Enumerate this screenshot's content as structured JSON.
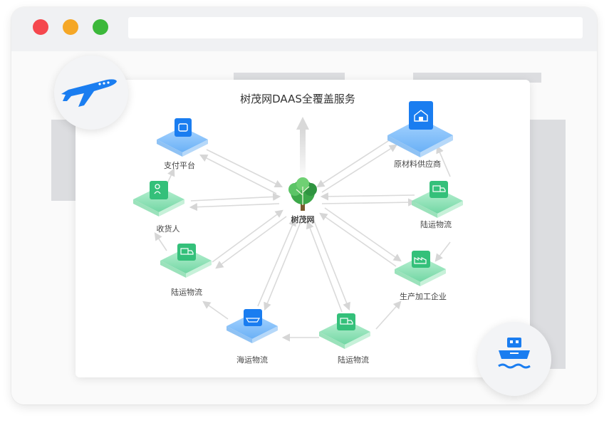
{
  "window": {
    "title_dots": [
      "close",
      "minimize",
      "maximize"
    ],
    "colors": {
      "close": "#f5474d",
      "minimize": "#f5a726",
      "maximize": "#3cb83a"
    }
  },
  "diagram": {
    "title": "树茂网DAAS全覆盖服务",
    "center": {
      "label": "树茂网",
      "icon": "tree-logo-icon"
    },
    "nodes": [
      {
        "id": "payment",
        "label": "支付平台",
        "icon": "wallet-icon",
        "color": "blue"
      },
      {
        "id": "consignee",
        "label": "收货人",
        "icon": "person-icon",
        "color": "green"
      },
      {
        "id": "land-left",
        "label": "陆运物流",
        "icon": "truck-icon",
        "color": "green"
      },
      {
        "id": "sea",
        "label": "海运物流",
        "icon": "ship-icon",
        "color": "blue"
      },
      {
        "id": "land-bottom",
        "label": "陆运物流",
        "icon": "truck-icon",
        "color": "green"
      },
      {
        "id": "factory",
        "label": "生产加工企业",
        "icon": "factory-icon",
        "color": "green"
      },
      {
        "id": "land-right",
        "label": "陆运物流",
        "icon": "truck-icon",
        "color": "green"
      },
      {
        "id": "supplier",
        "label": "原材料供应商",
        "icon": "warehouse-icon",
        "color": "blue"
      }
    ]
  },
  "badges": {
    "top_left": "airplane-icon",
    "bottom_right": "ship-icon"
  },
  "accent_colors": {
    "blue": "#1a7df0",
    "green": "#34c07a"
  }
}
